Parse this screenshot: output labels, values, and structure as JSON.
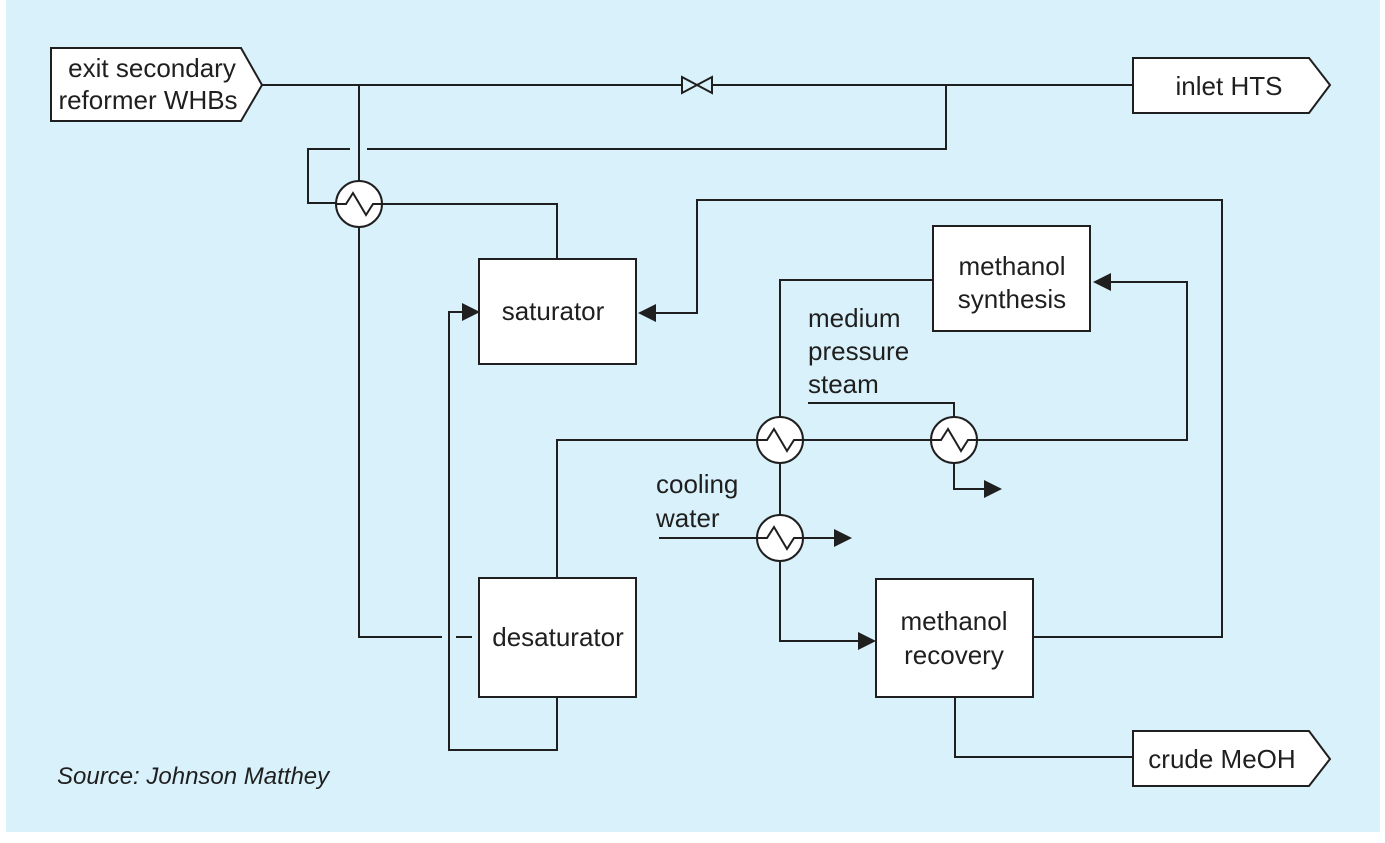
{
  "colors": {
    "background": "#d9f1fa",
    "stroke": "#1f1f1f",
    "box_fill": "#ffffff"
  },
  "inputs": {
    "exit_secondary": [
      "exit secondary",
      "reformer WHBs"
    ]
  },
  "outputs": {
    "inlet_hts": "inlet HTS",
    "crude_meoh": "crude MeOH"
  },
  "units": {
    "saturator": "saturator",
    "desaturator": "desaturator",
    "methanol_synthesis": [
      "methanol",
      "synthesis"
    ],
    "methanol_recovery": [
      "methanol",
      "recovery"
    ]
  },
  "streams": {
    "medium_pressure_steam": [
      "medium",
      "pressure",
      "steam"
    ],
    "cooling_water": [
      "cooling",
      "water"
    ]
  },
  "source": "Source: Johnson Matthey"
}
